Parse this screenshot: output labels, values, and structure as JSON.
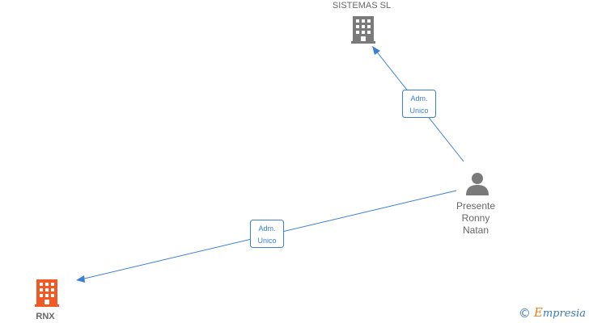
{
  "nodes": {
    "company_top": {
      "label": "SISTEMAS  SL",
      "icon": "building-icon",
      "color": "#7a7a7a"
    },
    "company_bottom": {
      "label": "RNX",
      "icon": "building-icon",
      "color": "#f15a24"
    },
    "person": {
      "name_lines": [
        "Presente",
        "Ronny",
        "Natan"
      ],
      "icon": "person-icon",
      "color": "#7a7a7a"
    }
  },
  "edges": [
    {
      "from": "person",
      "to": "company_top",
      "label_lines": [
        "Adm.",
        "Unico"
      ]
    },
    {
      "from": "person",
      "to": "company_bottom",
      "label_lines": [
        "Adm.",
        "Unico"
      ]
    }
  ],
  "colors": {
    "edge": "#3b7fd4",
    "text": "#666666"
  },
  "watermark": {
    "symbol": "©",
    "brand_first": "E",
    "brand_rest": "mpresia"
  }
}
